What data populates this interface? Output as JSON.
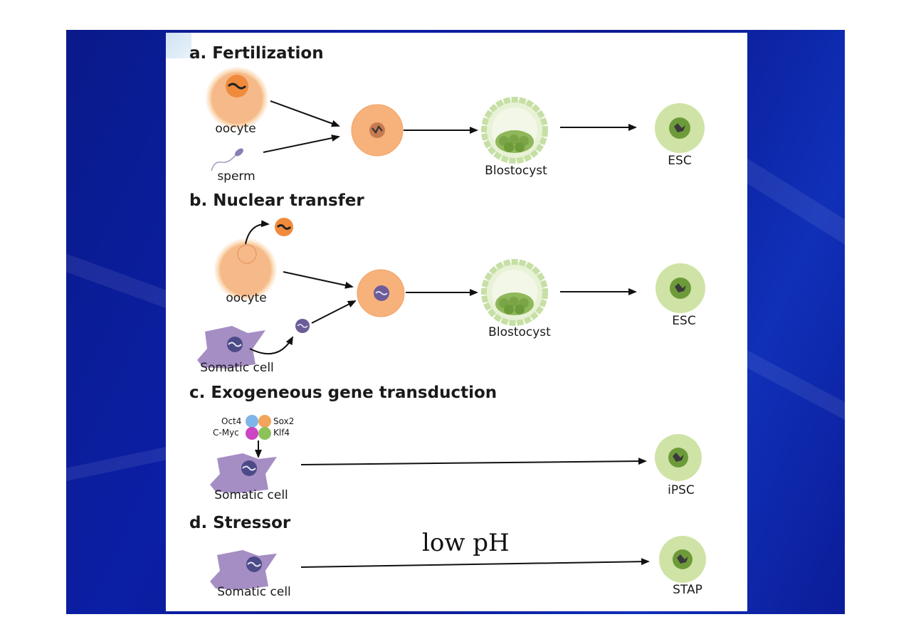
{
  "sections": {
    "a": {
      "title": "a. Fertilization",
      "labels": {
        "oocyte": "oocyte",
        "sperm": "sperm",
        "blastocyst": "Blostocyst",
        "result": "ESC"
      }
    },
    "b": {
      "title": "b. Nuclear transfer",
      "labels": {
        "oocyte": "oocyte",
        "somatic": "Somatic cell",
        "blastocyst": "Blostocyst",
        "result": "ESC"
      }
    },
    "c": {
      "title": "c. Exogeneous gene transduction",
      "factors": {
        "oct4": "Oct4",
        "sox2": "Sox2",
        "cmyc": "C-Myc",
        "klf4": "Klf4"
      },
      "labels": {
        "somatic": "Somatic cell",
        "result": "iPSC"
      }
    },
    "d": {
      "title": "d. Stressor",
      "condition": "low pH",
      "labels": {
        "somatic": "Somatic cell",
        "result": "STAP"
      }
    }
  },
  "colors": {
    "slide_background": "#0b1fa5",
    "oocyte": "#f6b98a",
    "zygote": "#f7b27c",
    "stem_cell": "#cfe3a6",
    "inner_cell_mass": "#6e9b3a",
    "somatic_cell": "#a58ec4",
    "oct4": "#7fb6e8",
    "sox2": "#f2a45a",
    "cmyc": "#cc45c2",
    "klf4": "#8dc25b"
  }
}
